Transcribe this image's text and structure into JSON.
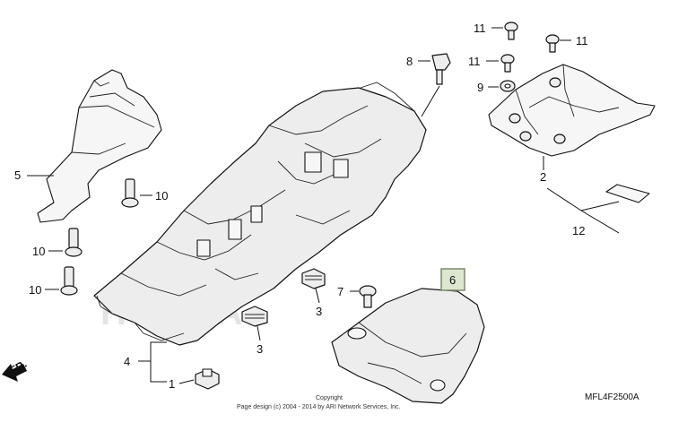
{
  "callouts": {
    "c1": "1",
    "c2": "2",
    "c3a": "3",
    "c3b": "3",
    "c4": "4",
    "c5": "5",
    "c6": "6",
    "c7": "7",
    "c8": "8",
    "c9": "9",
    "c10a": "10",
    "c10b": "10",
    "c10c": "10",
    "c11a": "11",
    "c11b": "11",
    "c11c": "11",
    "c12": "12"
  },
  "direction_label": "FR.",
  "watermark": "HONDA",
  "copyright": {
    "line1": "Copyright",
    "line2": "Page design (c) 2004 - 2014 by ARI Network Services, Inc."
  },
  "diagram_code": "MFL4F2500A",
  "colors": {
    "highlight_box": "#dde6cf",
    "highlight_border": "#7c8a6a"
  }
}
